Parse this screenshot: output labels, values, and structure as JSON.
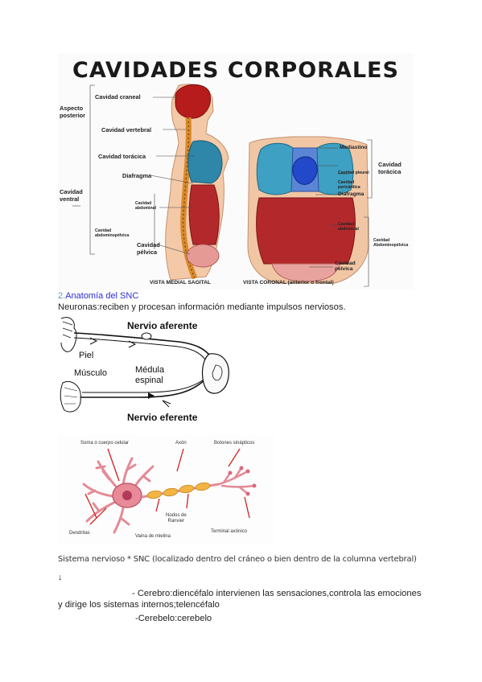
{
  "figure1": {
    "title": "CAVIDADES CORPORALES",
    "left_labels": {
      "aspecto_posterior": [
        "Aspecto",
        "posterior"
      ],
      "cavidad_craneal": "Cavidad craneal",
      "cavidad_vertebral": "Cavidad vertebral",
      "cavidad_toracica": "Cavidad torácica",
      "diafragma": "Diafragma",
      "cavidad_ventral": [
        "Cavidad",
        "ventral"
      ],
      "cavidad_abdominal": [
        "Cavidad",
        "abdominal"
      ],
      "cavidad_abdominopelvica": [
        "Cavidad",
        "abdominopélvica"
      ],
      "cavidad_pelvica": [
        "Cavidad",
        "pélvica"
      ]
    },
    "right_labels": {
      "mediastino": "Mediastino",
      "cavidad_toracica": [
        "Cavidad",
        "torácica"
      ],
      "cavidad_pleural": "Cavidad pleural",
      "cavidad_pericardica": [
        "Cavidad",
        "pericárdica"
      ],
      "diafragma": "Diafragma",
      "cavidad_abdominal": [
        "Cavidad",
        "abdominal"
      ],
      "cavidad_abdominopelvica": [
        "Cavidad",
        "Abdominopélvica"
      ],
      "cavidad_pelvica": [
        "Cavidad",
        "pélvica"
      ]
    },
    "captions": {
      "sagital": "VISTA MEDIAL SAGITAL",
      "coronal": "VISTA CORONAL (anterior o frontal)"
    }
  },
  "section": {
    "number": "2.",
    "title": "Anatomía del SNC"
  },
  "neuronas_text": "Neuronas:reciben y procesan información mediante impulsos nerviosos.",
  "figure2": {
    "nervio_aferente": "Nervio aferente",
    "piel": "Piel",
    "musculo": "Músculo",
    "medula": [
      "Médula",
      "espinal"
    ],
    "nervio_eferente": "Nervio eferente"
  },
  "figure3": {
    "soma": "Soma o cuerpo celular",
    "axon": "Axón",
    "botones": "Botones sinápticos",
    "nodos": [
      "Nodos de",
      "Ranvier"
    ],
    "dendritas": "Dendritas",
    "vaina": "Vaina de mielina",
    "terminal": "Terminal axónico"
  },
  "sistema_line": "Sistema nervioso * SNC (localizado dentro del cráneo o bien dentro de la columna vertebral)",
  "arrow": "↓",
  "cerebro_line1": "- Cerebro:diencéfalo intervienen las sensaciones,controla las emociones",
  "cerebro_line2": "y dirige los sistemas internos;telencéfalo",
  "cerebelo_line": "-Cerebelo:cerebelo"
}
